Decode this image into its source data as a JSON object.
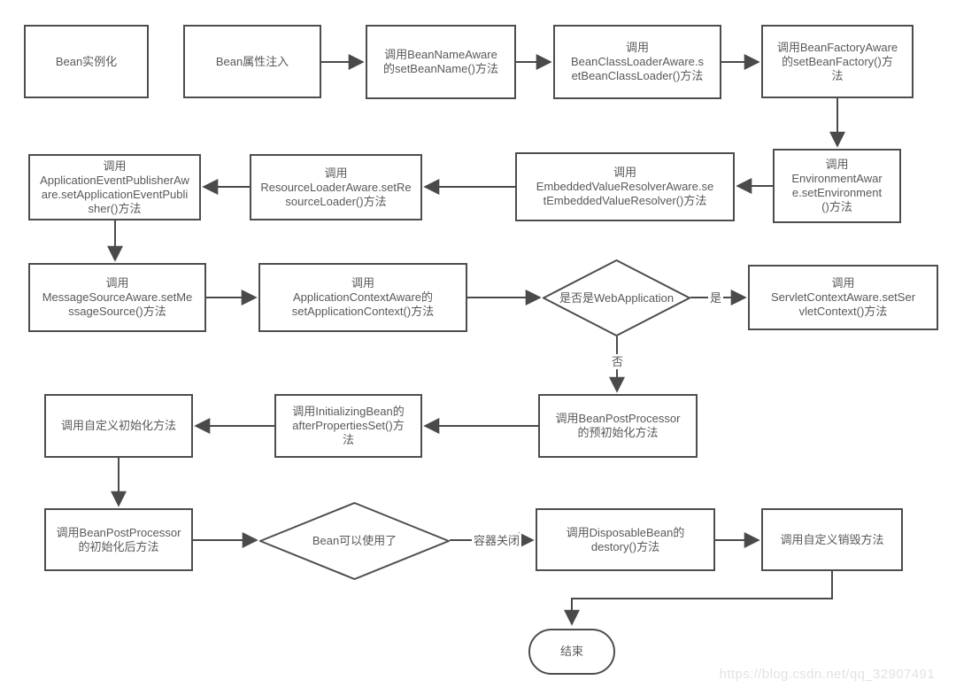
{
  "diagram": {
    "nodes": {
      "bean_instantiation": {
        "shape": "rect",
        "text": "Bean实例化"
      },
      "bean_property_injection": {
        "shape": "rect",
        "text": "Bean属性注入"
      },
      "bean_name_aware": {
        "shape": "rect",
        "text": "调用BeanNameAware\n的setBeanName()方法"
      },
      "bean_class_loader_aware": {
        "shape": "rect",
        "text": "调用\nBeanClassLoaderAware.s\netBeanClassLoader()方法"
      },
      "bean_factory_aware": {
        "shape": "rect",
        "text": "调用BeanFactoryAware\n的setBeanFactory()方\n法"
      },
      "environment_aware": {
        "shape": "rect",
        "text": "调用\nEnvironmentAwar\ne.setEnvironment\n()方法"
      },
      "embedded_value_resolver_aware": {
        "shape": "rect",
        "text": "调用\nEmbeddedValueResolverAware.se\ntEmbeddedValueResolver()方法"
      },
      "resource_loader_aware": {
        "shape": "rect",
        "text": "调用\nResourceLoaderAware.setRe\nsourceLoader()方法"
      },
      "application_event_publisher_aware": {
        "shape": "rect",
        "text": "调用\nApplicationEventPublisherAw\nare.setApplicationEventPubli\nsher()方法"
      },
      "message_source_aware": {
        "shape": "rect",
        "text": "调用\nMessageSourceAware.setMe\nssageSource()方法"
      },
      "application_context_aware": {
        "shape": "rect",
        "text": "调用\nApplicationContextAware的\nsetApplicationContext()方法"
      },
      "is_web_application": {
        "shape": "diamond",
        "text": "是否是WebApplication"
      },
      "servlet_context_aware": {
        "shape": "rect",
        "text": "调用\nServletContextAware.setSer\nvletContext()方法"
      },
      "bean_post_processor_pre_init": {
        "shape": "rect",
        "text": "调用BeanPostProcessor\n的预初始化方法"
      },
      "initializing_bean": {
        "shape": "rect",
        "text": "调用InitializingBean的\nafterPropertiesSet()方\n法"
      },
      "custom_init": {
        "shape": "rect",
        "text": "调用自定义初始化方法"
      },
      "bean_post_processor_post_init": {
        "shape": "rect",
        "text": "调用BeanPostProcessor\n的初始化后方法"
      },
      "bean_ready": {
        "shape": "diamond",
        "text": "Bean可以使用了"
      },
      "disposable_bean": {
        "shape": "rect",
        "text": "调用DisposableBean的\ndestory()方法"
      },
      "custom_destroy": {
        "shape": "rect",
        "text": "调用自定义销毁方法"
      },
      "end": {
        "shape": "terminator",
        "text": "结束"
      }
    },
    "edge_labels": {
      "yes": "是",
      "no": "否",
      "container_closed": "容器关闭"
    },
    "edges": [
      {
        "from": "bean_property_injection",
        "to": "bean_name_aware"
      },
      {
        "from": "bean_name_aware",
        "to": "bean_class_loader_aware"
      },
      {
        "from": "bean_class_loader_aware",
        "to": "bean_factory_aware"
      },
      {
        "from": "bean_factory_aware",
        "to": "environment_aware"
      },
      {
        "from": "environment_aware",
        "to": "embedded_value_resolver_aware"
      },
      {
        "from": "embedded_value_resolver_aware",
        "to": "resource_loader_aware"
      },
      {
        "from": "resource_loader_aware",
        "to": "application_event_publisher_aware"
      },
      {
        "from": "application_event_publisher_aware",
        "to": "message_source_aware"
      },
      {
        "from": "message_source_aware",
        "to": "application_context_aware"
      },
      {
        "from": "application_context_aware",
        "to": "is_web_application"
      },
      {
        "from": "is_web_application",
        "to": "servlet_context_aware",
        "label": "是"
      },
      {
        "from": "is_web_application",
        "to": "bean_post_processor_pre_init",
        "label": "否"
      },
      {
        "from": "bean_post_processor_pre_init",
        "to": "initializing_bean"
      },
      {
        "from": "initializing_bean",
        "to": "custom_init"
      },
      {
        "from": "custom_init",
        "to": "bean_post_processor_post_init"
      },
      {
        "from": "bean_post_processor_post_init",
        "to": "bean_ready"
      },
      {
        "from": "bean_ready",
        "to": "disposable_bean",
        "label": "容器关闭"
      },
      {
        "from": "disposable_bean",
        "to": "custom_destroy"
      },
      {
        "from": "custom_destroy",
        "to": "end"
      }
    ],
    "watermark": "https://blog.csdn.net/qq_32907491",
    "colors": {
      "node_border": "#4d4d4d",
      "node_text": "#595959",
      "arrow": "#4a4a4a",
      "background": "#ffffff",
      "watermark_text": "#e2e2e2"
    }
  }
}
